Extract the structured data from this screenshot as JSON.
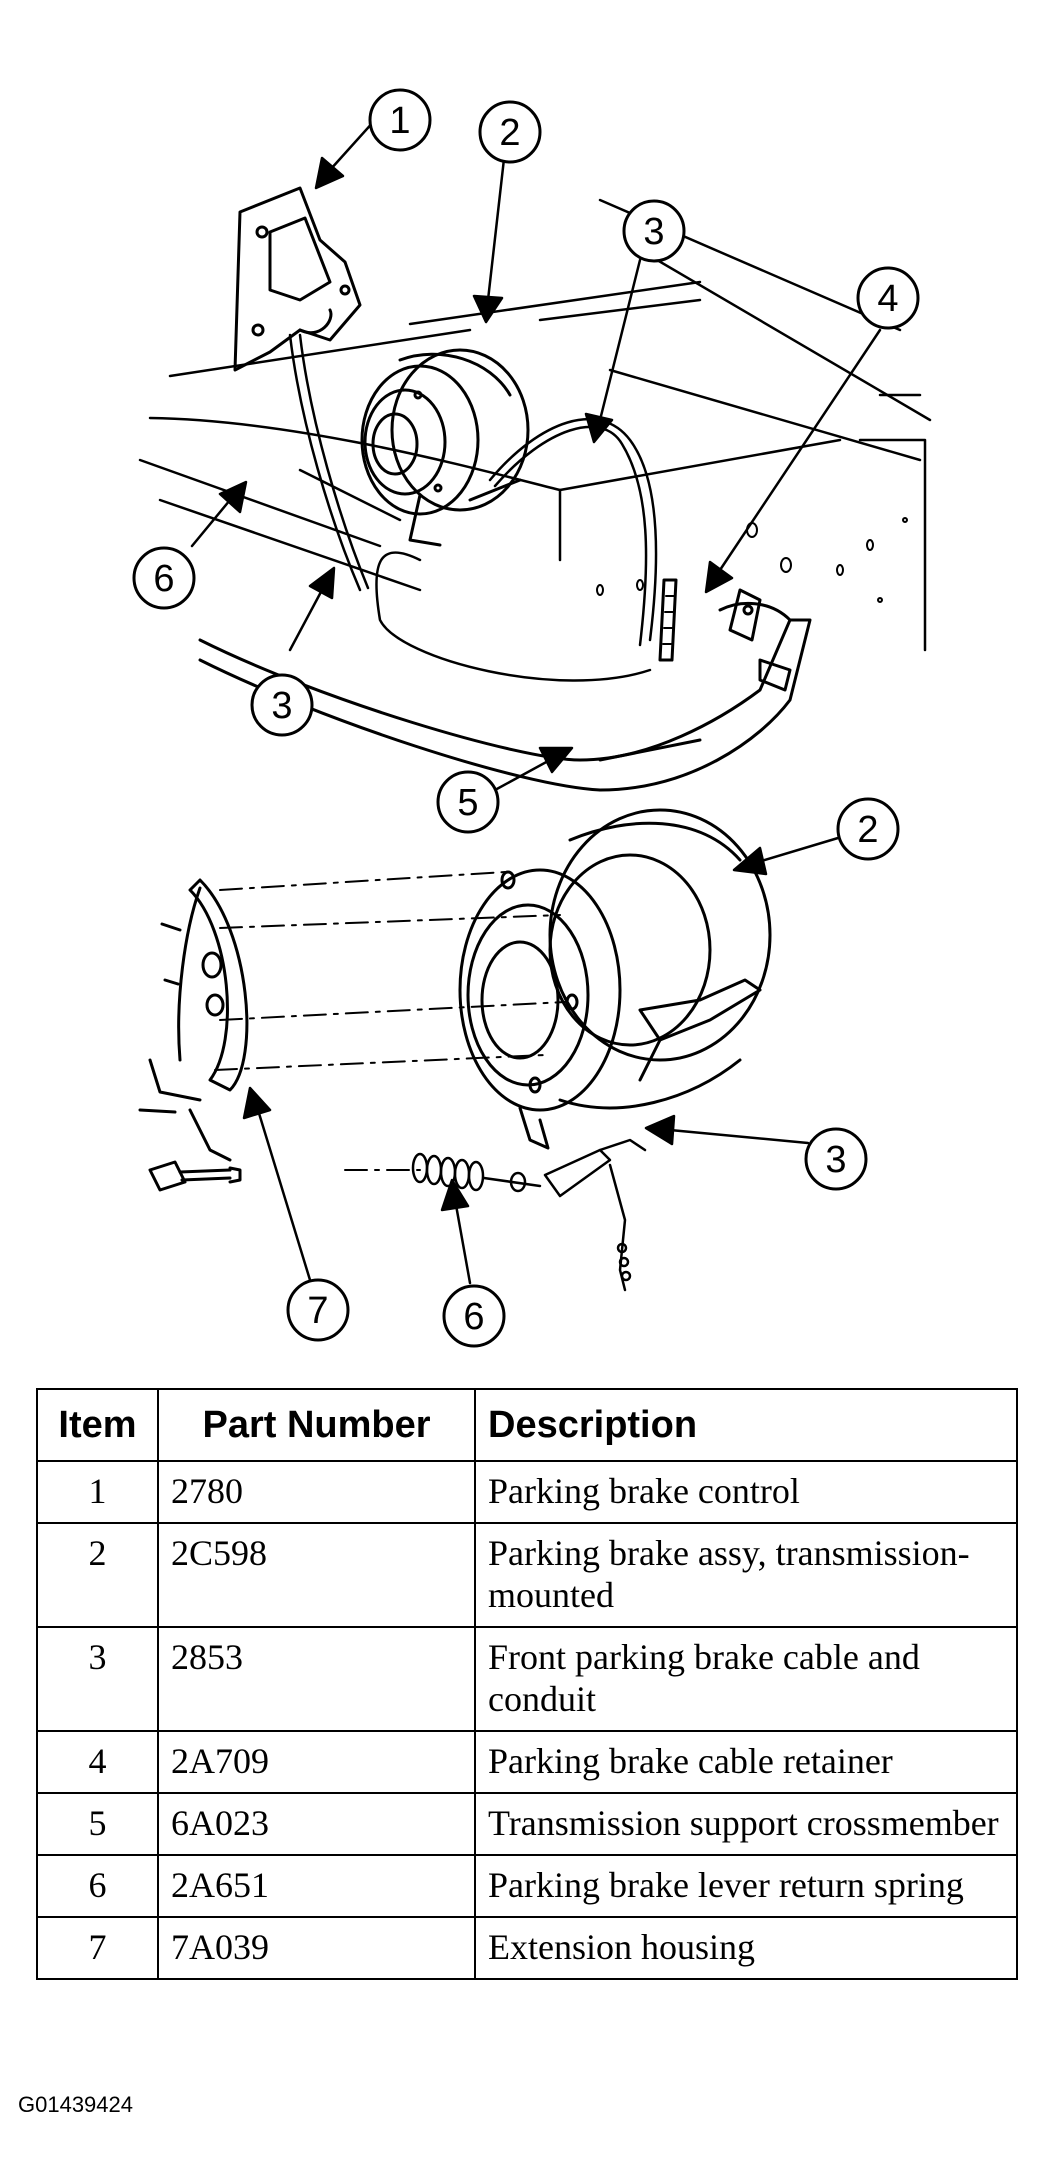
{
  "callouts": {
    "top": [
      "1",
      "2",
      "3",
      "4",
      "6",
      "3",
      "5"
    ],
    "bottom": [
      "2",
      "3",
      "7",
      "6"
    ]
  },
  "table": {
    "headers": [
      "Item",
      "Part Number",
      "Description"
    ],
    "rows": [
      {
        "item": "1",
        "part_number": "2780",
        "description": "Parking brake control"
      },
      {
        "item": "2",
        "part_number": "2C598",
        "description": "Parking brake assy, transmission-mounted"
      },
      {
        "item": "3",
        "part_number": "2853",
        "description": "Front parking brake cable and conduit"
      },
      {
        "item": "4",
        "part_number": "2A709",
        "description": "Parking brake cable retainer"
      },
      {
        "item": "5",
        "part_number": "6A023",
        "description": "Transmission support crossmember"
      },
      {
        "item": "6",
        "part_number": "2A651",
        "description": "Parking brake lever return spring"
      },
      {
        "item": "7",
        "part_number": "7A039",
        "description": "Extension housing"
      }
    ]
  },
  "figure_id": "G01439424"
}
